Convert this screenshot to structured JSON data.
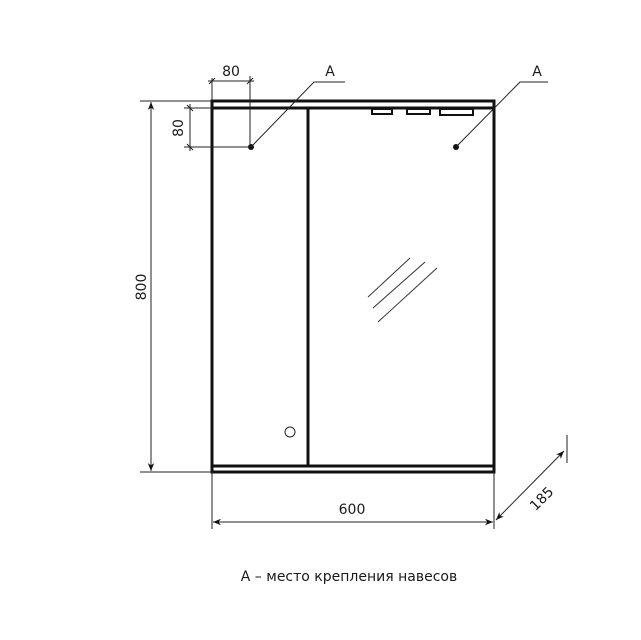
{
  "dimensions": {
    "width": "600",
    "height": "800",
    "depth": "185",
    "mount_offset_x": "80",
    "mount_offset_y": "80"
  },
  "labels": {
    "mount_left": "A",
    "mount_right": "A"
  },
  "caption": "А – место крепления навесов"
}
